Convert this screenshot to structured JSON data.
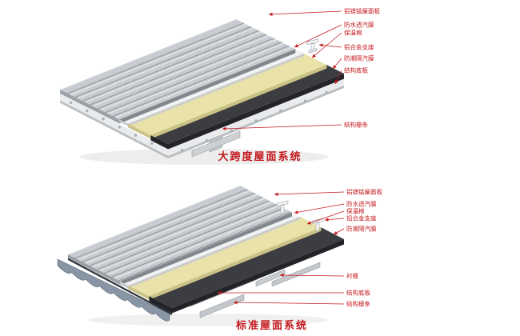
{
  "page": {
    "background": "#ffffff"
  },
  "palette": {
    "accent_red": "#c4171c",
    "roof_panel_gray": "#c8ccd0",
    "insulation_yellow": "#e9e3a9",
    "vapor_barrier_dark": "#3b3d41",
    "breathable_membrane_white": "#f1f2f3",
    "deck_white": "#e9ebed",
    "corrugated_sheet_blue_gray": "#8795a4",
    "steel_gray": "#cdd1d4"
  },
  "diagrams": {
    "top": {
      "title": "大跨度屋面系统",
      "labels": [
        {
          "text": "铝镁锰屋面板"
        },
        {
          "text": "防水透汽膜"
        },
        {
          "text": "保温棉"
        },
        {
          "text": "铝合金支座"
        },
        {
          "text": "防潮隔汽膜"
        },
        {
          "text": "结构底板"
        },
        {
          "text": "结构檩条"
        }
      ]
    },
    "bottom": {
      "title": "标准屋面系统",
      "labels": [
        {
          "text": "铝镁锰屋面板"
        },
        {
          "text": "防水透汽膜"
        },
        {
          "text": "保温棉"
        },
        {
          "text": "铝合金支座"
        },
        {
          "text": "防潮隔汽膜"
        },
        {
          "text": "衬檩"
        },
        {
          "text": "结构底板"
        },
        {
          "text": "结构檩条"
        }
      ]
    }
  }
}
